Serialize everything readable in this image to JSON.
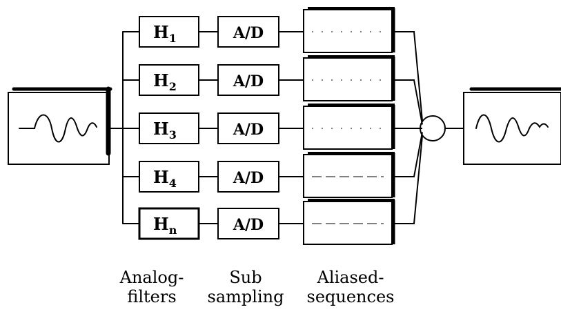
{
  "filters": [
    {
      "label": "H",
      "sub": "1"
    },
    {
      "label": "H",
      "sub": "2"
    },
    {
      "label": "H",
      "sub": "3"
    },
    {
      "label": "H",
      "sub": "4"
    },
    {
      "label": "H",
      "sub": "n"
    }
  ],
  "converter_label": "A/D",
  "captions": {
    "filters": {
      "line1": "Analog-",
      "line2": "filters"
    },
    "sampling": {
      "line1": "Sub",
      "line2": "sampling"
    },
    "sequences": {
      "line1": "Aliased-",
      "line2": "sequences"
    }
  },
  "colors": {
    "stroke": "#000000",
    "background": "#ffffff"
  }
}
